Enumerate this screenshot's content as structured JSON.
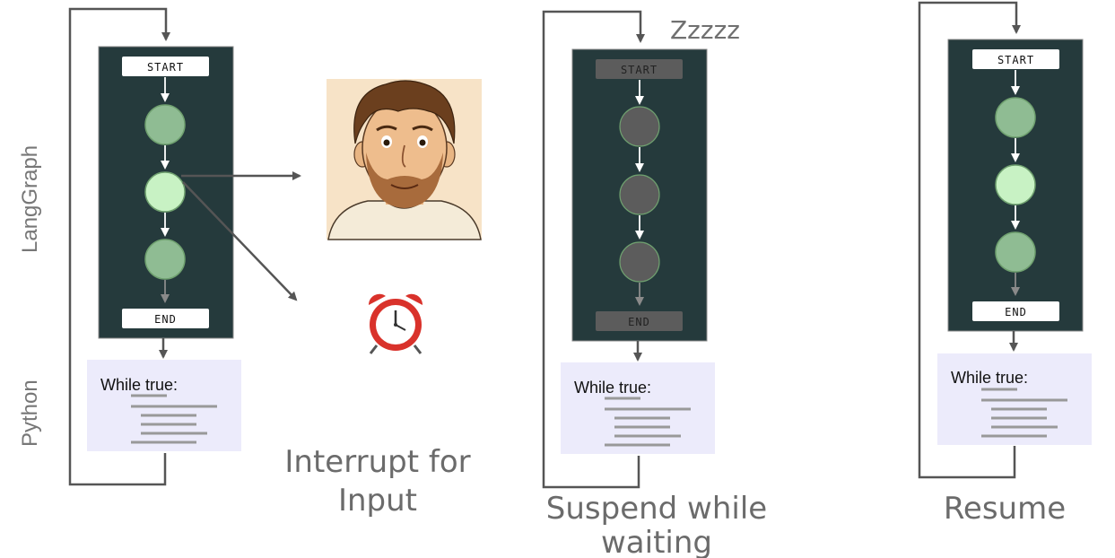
{
  "labels": {
    "langgraph": "LangGraph",
    "python": "Python",
    "zzz": "Zzzzz"
  },
  "nodes": {
    "start": "START",
    "end": "END"
  },
  "code": {
    "loop": "While true:"
  },
  "captions": {
    "interrupt_line1": "Interrupt for",
    "interrupt_line2": "Input",
    "suspend_line1": "Suspend while",
    "suspend_line2": "waiting",
    "resume": "Resume"
  },
  "colors": {
    "panel": "#253a3c",
    "node_done": "#8fbc93",
    "node_active": "#c8f2c4",
    "node_suspended": "#5c5c5c",
    "code_bg": "#ecebfb",
    "line": "#555555"
  },
  "icons": {
    "person": "bearded-man-portrait-icon",
    "clock": "alarm-clock-icon"
  }
}
